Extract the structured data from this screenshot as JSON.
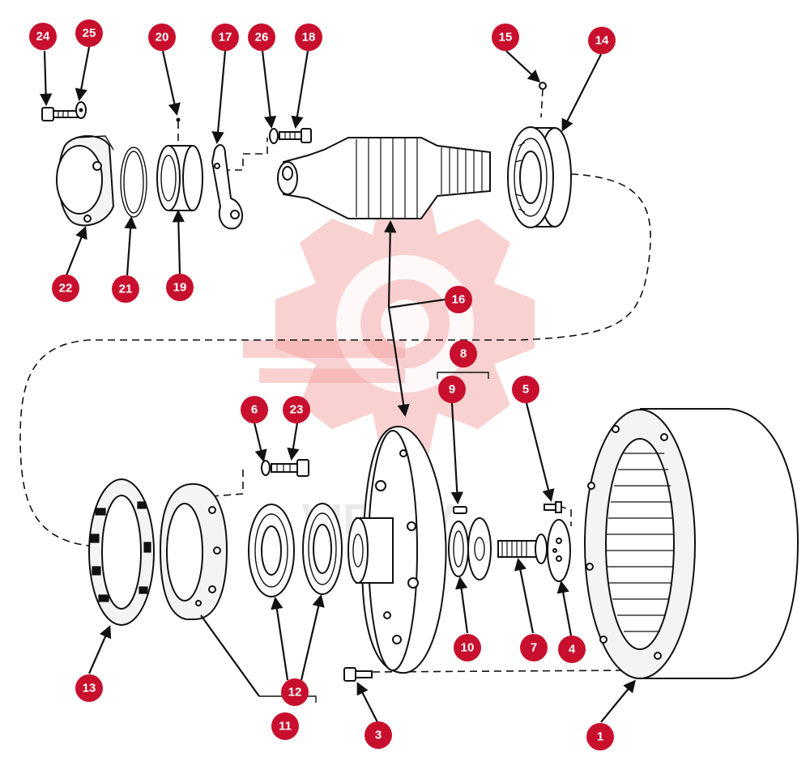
{
  "diagram": {
    "watermark_text": "VIFTEV",
    "callouts": [
      "1",
      "3",
      "4",
      "5",
      "6",
      "7",
      "8",
      "9",
      "10",
      "11",
      "12",
      "13",
      "14",
      "15",
      "16",
      "17",
      "18",
      "19",
      "20",
      "21",
      "22",
      "23",
      "24",
      "25",
      "26"
    ],
    "colors": {
      "callout_fill": "#c8102e",
      "callout_text": "#ffffff",
      "line": "#111111",
      "watermark": "#f4a3a3"
    }
  }
}
